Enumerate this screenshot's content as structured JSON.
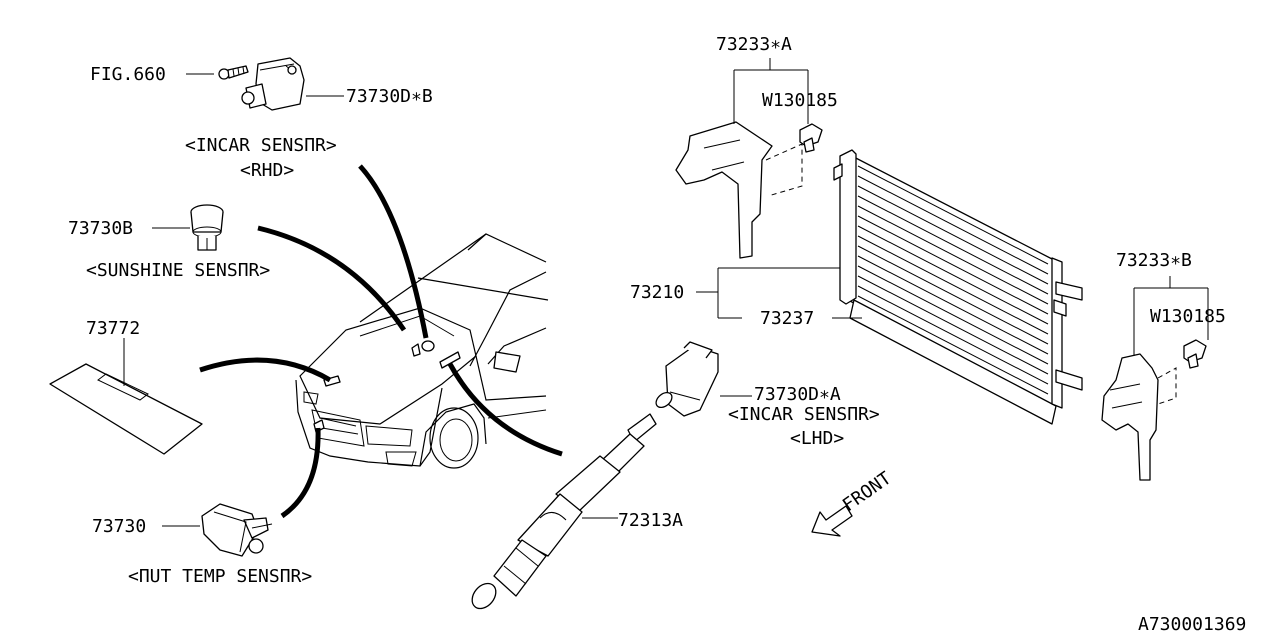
{
  "labels": {
    "fig660": "FIG.660",
    "p73730db": "73730D∗B",
    "incar_rhd_title": "<INCAR SENSΠR>",
    "incar_rhd_sub": "<RHD>",
    "p73730b": "73730B",
    "sunshine": "<SUNSHINE SENSΠR>",
    "p73772": "73772",
    "p73730": "73730",
    "out_temp": "<ΠUT TEMP SENSΠR>",
    "p73233a": "73233∗A",
    "w130185_a": "W130185",
    "p73210": "73210",
    "p73237": "73237",
    "p73730da": "73730D∗A",
    "incar_lhd_title": "<INCAR SENSΠR>",
    "incar_lhd_sub": "<LHD>",
    "p72313a": "72313A",
    "front": "FRONT",
    "p73233b": "73233∗B",
    "w130185_b": "W130185",
    "diagram_id": "A730001369"
  }
}
